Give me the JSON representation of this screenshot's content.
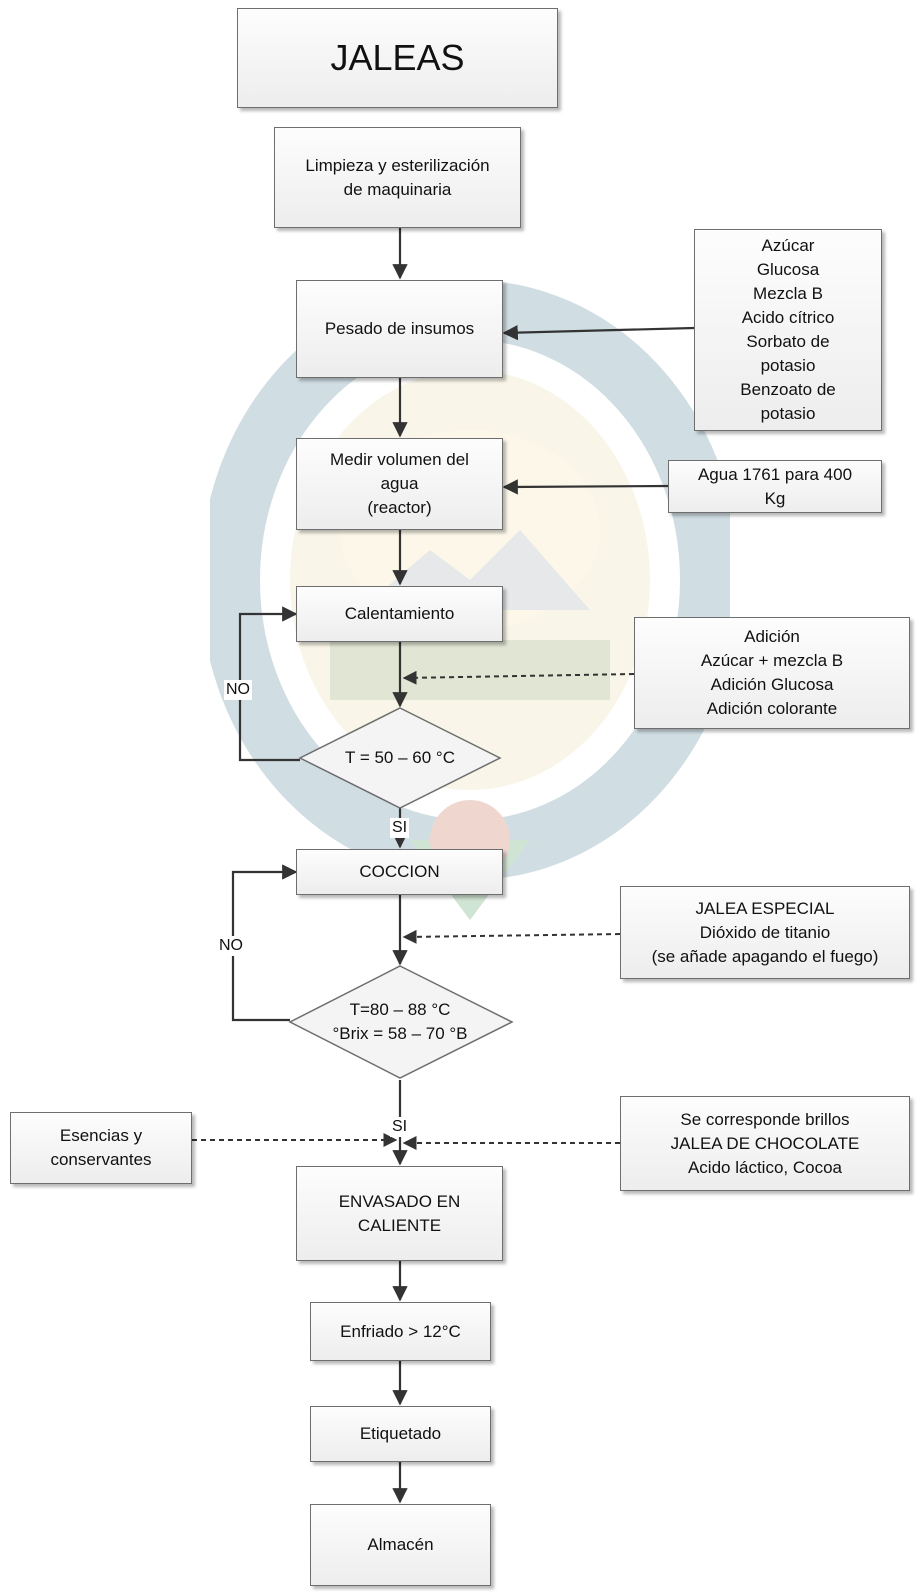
{
  "title": "JALEAS",
  "steps": {
    "limpieza": "Limpieza y esterilización\nde maquinaria",
    "pesado": "Pesado de insumos",
    "medir": "Medir volumen del\nagua\n(reactor)",
    "calentamiento": "Calentamiento",
    "decision1": "T = 50 – 60 °C",
    "coccion": "COCCION",
    "decision2": "T=80 – 88 °C\n°Brix = 58 – 70 °B",
    "envasado": "ENVASADO EN\nCALIENTE",
    "enfriado": "Enfriado > 12°C",
    "etiquetado": "Etiquetado",
    "almacen": "Almacén"
  },
  "inputs": {
    "insumos": "Azúcar\nGlucosa\nMezcla B\nAcido cítrico\nSorbato de\npotasio\nBenzoato de\npotasio",
    "agua": "Agua 1761 para 400\nKg",
    "adicion": "Adición\nAzúcar + mezcla B\nAdición Glucosa\nAdición colorante",
    "especial": "JALEA ESPECIAL\nDióxido de titanio\n(se añade apagando el fuego)",
    "esencias": "Esencias y\nconservantes",
    "chocolate": "Se corresponde brillos\nJALEA DE CHOCOLATE\nAcido láctico, Cocoa"
  },
  "labels": {
    "no1": "NO",
    "si1": "SI",
    "no2": "NO",
    "si2": "SI"
  },
  "colors": {
    "line": "#333333",
    "box_border": "#6e6e6e",
    "seal": "#b8860b"
  }
}
